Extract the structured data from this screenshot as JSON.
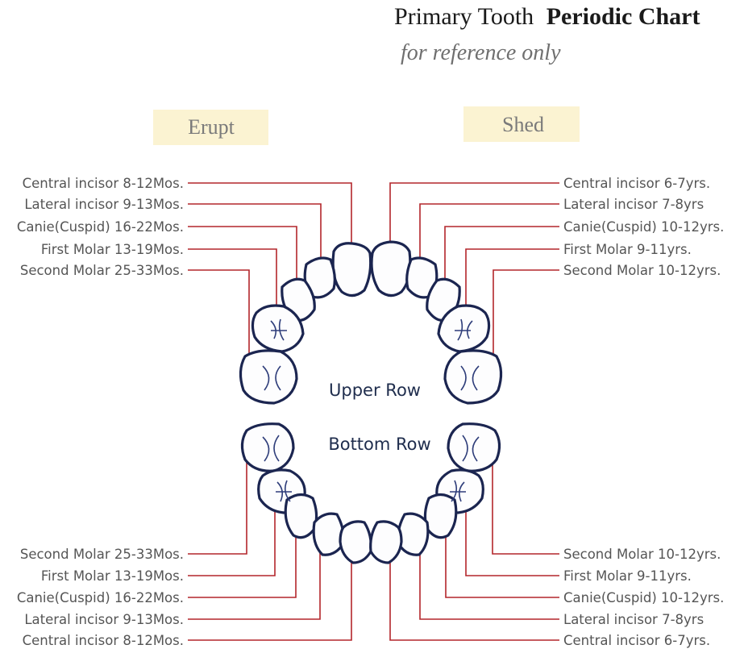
{
  "header": {
    "title_regular": "Primary Tooth",
    "title_bold": "Periodic Chart",
    "subtitle": "for reference only"
  },
  "columns": {
    "erupt": "Erupt",
    "shed": "Shed"
  },
  "rows": {
    "upper": "Upper Row",
    "bottom": "Bottom Row"
  },
  "upper_erupt": [
    "Central incisor 8-12Mos.",
    "Lateral incisor 9-13Mos.",
    "Canie(Cuspid) 16-22Mos.",
    "First Molar 13-19Mos.",
    "Second Molar 25-33Mos."
  ],
  "upper_shed": [
    "Central incisor 6-7yrs.",
    "Lateral incisor 7-8yrs",
    "Canie(Cuspid) 10-12yrs.",
    "First Molar 9-11yrs.",
    "Second Molar 10-12yrs."
  ],
  "lower_erupt": [
    "Second Molar 25-33Mos.",
    "First Molar 13-19Mos.",
    "Canie(Cuspid) 16-22Mos.",
    "Lateral incisor 9-13Mos.",
    "Central incisor 8-12Mos."
  ],
  "lower_shed": [
    "Second Molar 10-12yrs.",
    "First Molar 9-11yrs.",
    "Canie(Cuspid) 10-12yrs.",
    "Lateral incisor 7-8yrs",
    "Central incisor 6-7yrs."
  ],
  "colors": {
    "leader_line": "#b3262b",
    "tooth_outline": "#1b2550",
    "header_box": "#fbf3d2"
  }
}
